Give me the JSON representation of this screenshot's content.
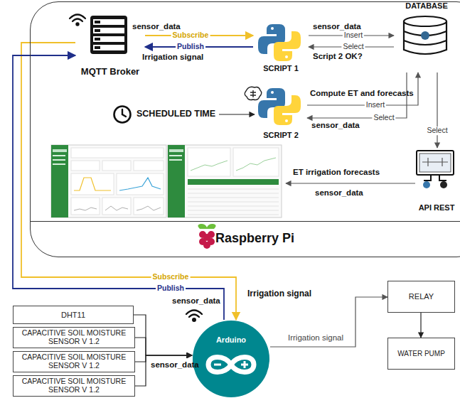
{
  "diagram": {
    "nodes": [
      {
        "text": [
          "Raspberry Pi"
        ]
      },
      {
        "text": [
          "MQTT Broker"
        ],
        "in": 0
      },
      {
        "text": [
          "SCRIPT 1"
        ],
        "in": 0
      },
      {
        "text": [
          "DATABASE"
        ],
        "in": 0
      },
      {
        "text": [
          "SCHEDULED TIME"
        ],
        "in": 0
      },
      {
        "text": [
          "SCRIPT 2"
        ],
        "in": 0
      },
      {
        "text": [
          "API REST"
        ],
        "in": 0
      },
      {
        "text": [
          "DHT11"
        ]
      },
      {
        "text": [
          "CAPACITIVE SOIL MOISTURE SENSOR V 1.2"
        ]
      },
      {
        "text": [
          "CAPACITIVE SOIL MOISTURE SENSOR V 1.2"
        ]
      },
      {
        "text": [
          "CAPACITIVE SOIL MOISTURE SENSOR V 1.2"
        ]
      },
      {
        "text": [
          "Arduino"
        ]
      },
      {
        "text": [
          "RELAY"
        ]
      },
      {
        "text": [
          "WATER PUMP"
        ]
      }
    ],
    "edges": [
      {
        "from": 1,
        "to": 2,
        "label": "Subscribe",
        "arrow": "to"
      },
      {
        "from": 2,
        "to": 1,
        "label": "Publish",
        "arrow": "to"
      },
      {
        "from": 2,
        "to": 3,
        "label": "Insert",
        "arrow": "to"
      },
      {
        "from": 3,
        "to": 2,
        "label": "Select",
        "arrow": "to"
      },
      {
        "from": 4,
        "to": 5,
        "arrow": "to"
      },
      {
        "from": 5,
        "to": 3,
        "label": "Insert",
        "arrow": "to"
      },
      {
        "from": 3,
        "to": 5,
        "label": "Select",
        "arrow": "to"
      },
      {
        "from": 3,
        "to": 6,
        "label": "Select",
        "arrow": "to"
      },
      {
        "from": 1,
        "to": 11,
        "label": "Subscribe",
        "arrow": "to"
      },
      {
        "from": 11,
        "to": 1,
        "label": "Publish",
        "arrow": "to"
      },
      {
        "from": 7,
        "to": 11,
        "arrow": "to"
      },
      {
        "from": 8,
        "to": 11,
        "arrow": "to"
      },
      {
        "from": 9,
        "to": 11,
        "arrow": "to"
      },
      {
        "from": 10,
        "to": 11,
        "arrow": "to"
      },
      {
        "from": 11,
        "to": 12,
        "label": "Irrigation signal",
        "arrow": "to"
      },
      {
        "from": 12,
        "to": 13,
        "arrow": "to"
      }
    ],
    "labels": [
      "sensor_data",
      "Irrigation signal",
      "sensor_data",
      "Script 2 OK?",
      "Compute ET and forecasts",
      "sensor_data",
      "ET irrigation forecasts",
      "sensor_data",
      "Irrigation signal",
      "sensor_data",
      "sensor_data"
    ]
  }
}
